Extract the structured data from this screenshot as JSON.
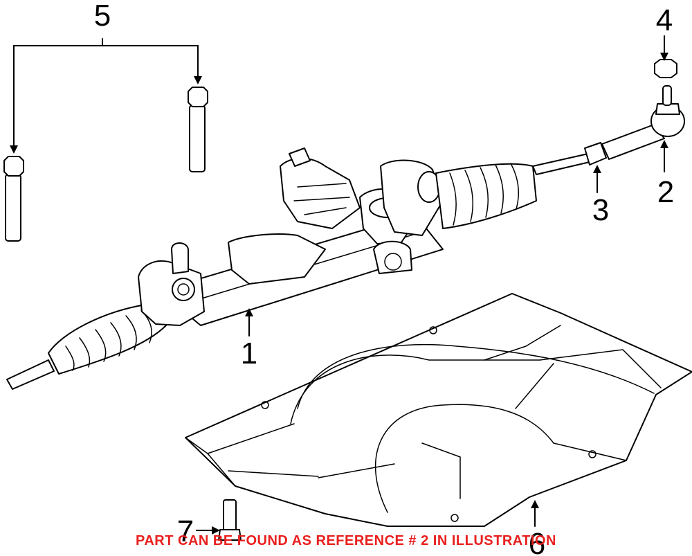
{
  "callouts": [
    {
      "id": "1",
      "label": "1",
      "part": "steering-gear"
    },
    {
      "id": "2",
      "label": "2",
      "part": "outer-tie-rod-end"
    },
    {
      "id": "3",
      "label": "3",
      "part": "jam-nut"
    },
    {
      "id": "4",
      "label": "4",
      "part": "castle-nut"
    },
    {
      "id": "5",
      "label": "5",
      "part": "mounting-bolts"
    },
    {
      "id": "6",
      "label": "6",
      "part": "splash-shield"
    },
    {
      "id": "7",
      "label": "7",
      "part": "shield-bolt"
    }
  ],
  "notice": {
    "text": "PART CAN BE FOUND AS REFERENCE # 2 IN ILLUSTRATION",
    "color": "#e8201f"
  },
  "colors": {
    "line": "#000000",
    "background": "#ffffff"
  }
}
